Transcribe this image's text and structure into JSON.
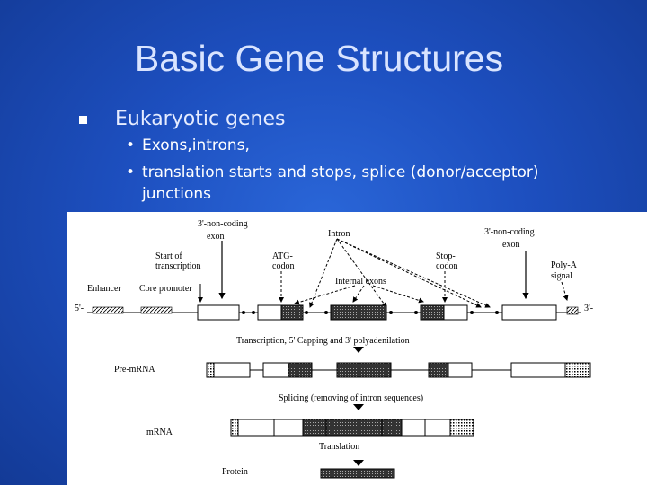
{
  "slide": {
    "title": "Basic Gene Structures",
    "bullet": "Eukaryotic genes",
    "sub_bullets": [
      "Exons,introns,",
      "translation starts and stops, splice (donor/acceptor) junctions"
    ],
    "sub_bullet_line2": "junctions",
    "sub_bullet_line1b": "translation starts and stops, splice (donor/acceptor)"
  },
  "diagram": {
    "label_5_noncoding_a": "3'-non-coding",
    "label_5_noncoding_b": "exon",
    "label_intron": "Intron",
    "label_3_noncoding_a": "3'-non-coding",
    "label_3_noncoding_b": "exon",
    "label_start_a": "Start of",
    "label_start_b": "transcription",
    "label_atg_a": "ATG-",
    "label_atg_b": "codon",
    "label_stop_a": "Stop-",
    "label_stop_b": "codon",
    "label_polya_a": "Poly-A",
    "label_polya_b": "signal",
    "label_enhancer": "Enhancer",
    "label_core": "Core promoter",
    "label_internal": "Internal exons",
    "label_5prime": "5'-",
    "label_3prime": "3'-",
    "label_transcription": "Transcription, 5' Capping and 3' polyadenilation",
    "label_premrna": "Pre-mRNA",
    "label_splicing": "Splicing (removing of intron sequences)",
    "label_mrna": "mRNA",
    "label_translation": "Translation",
    "label_protein": "Protein"
  }
}
